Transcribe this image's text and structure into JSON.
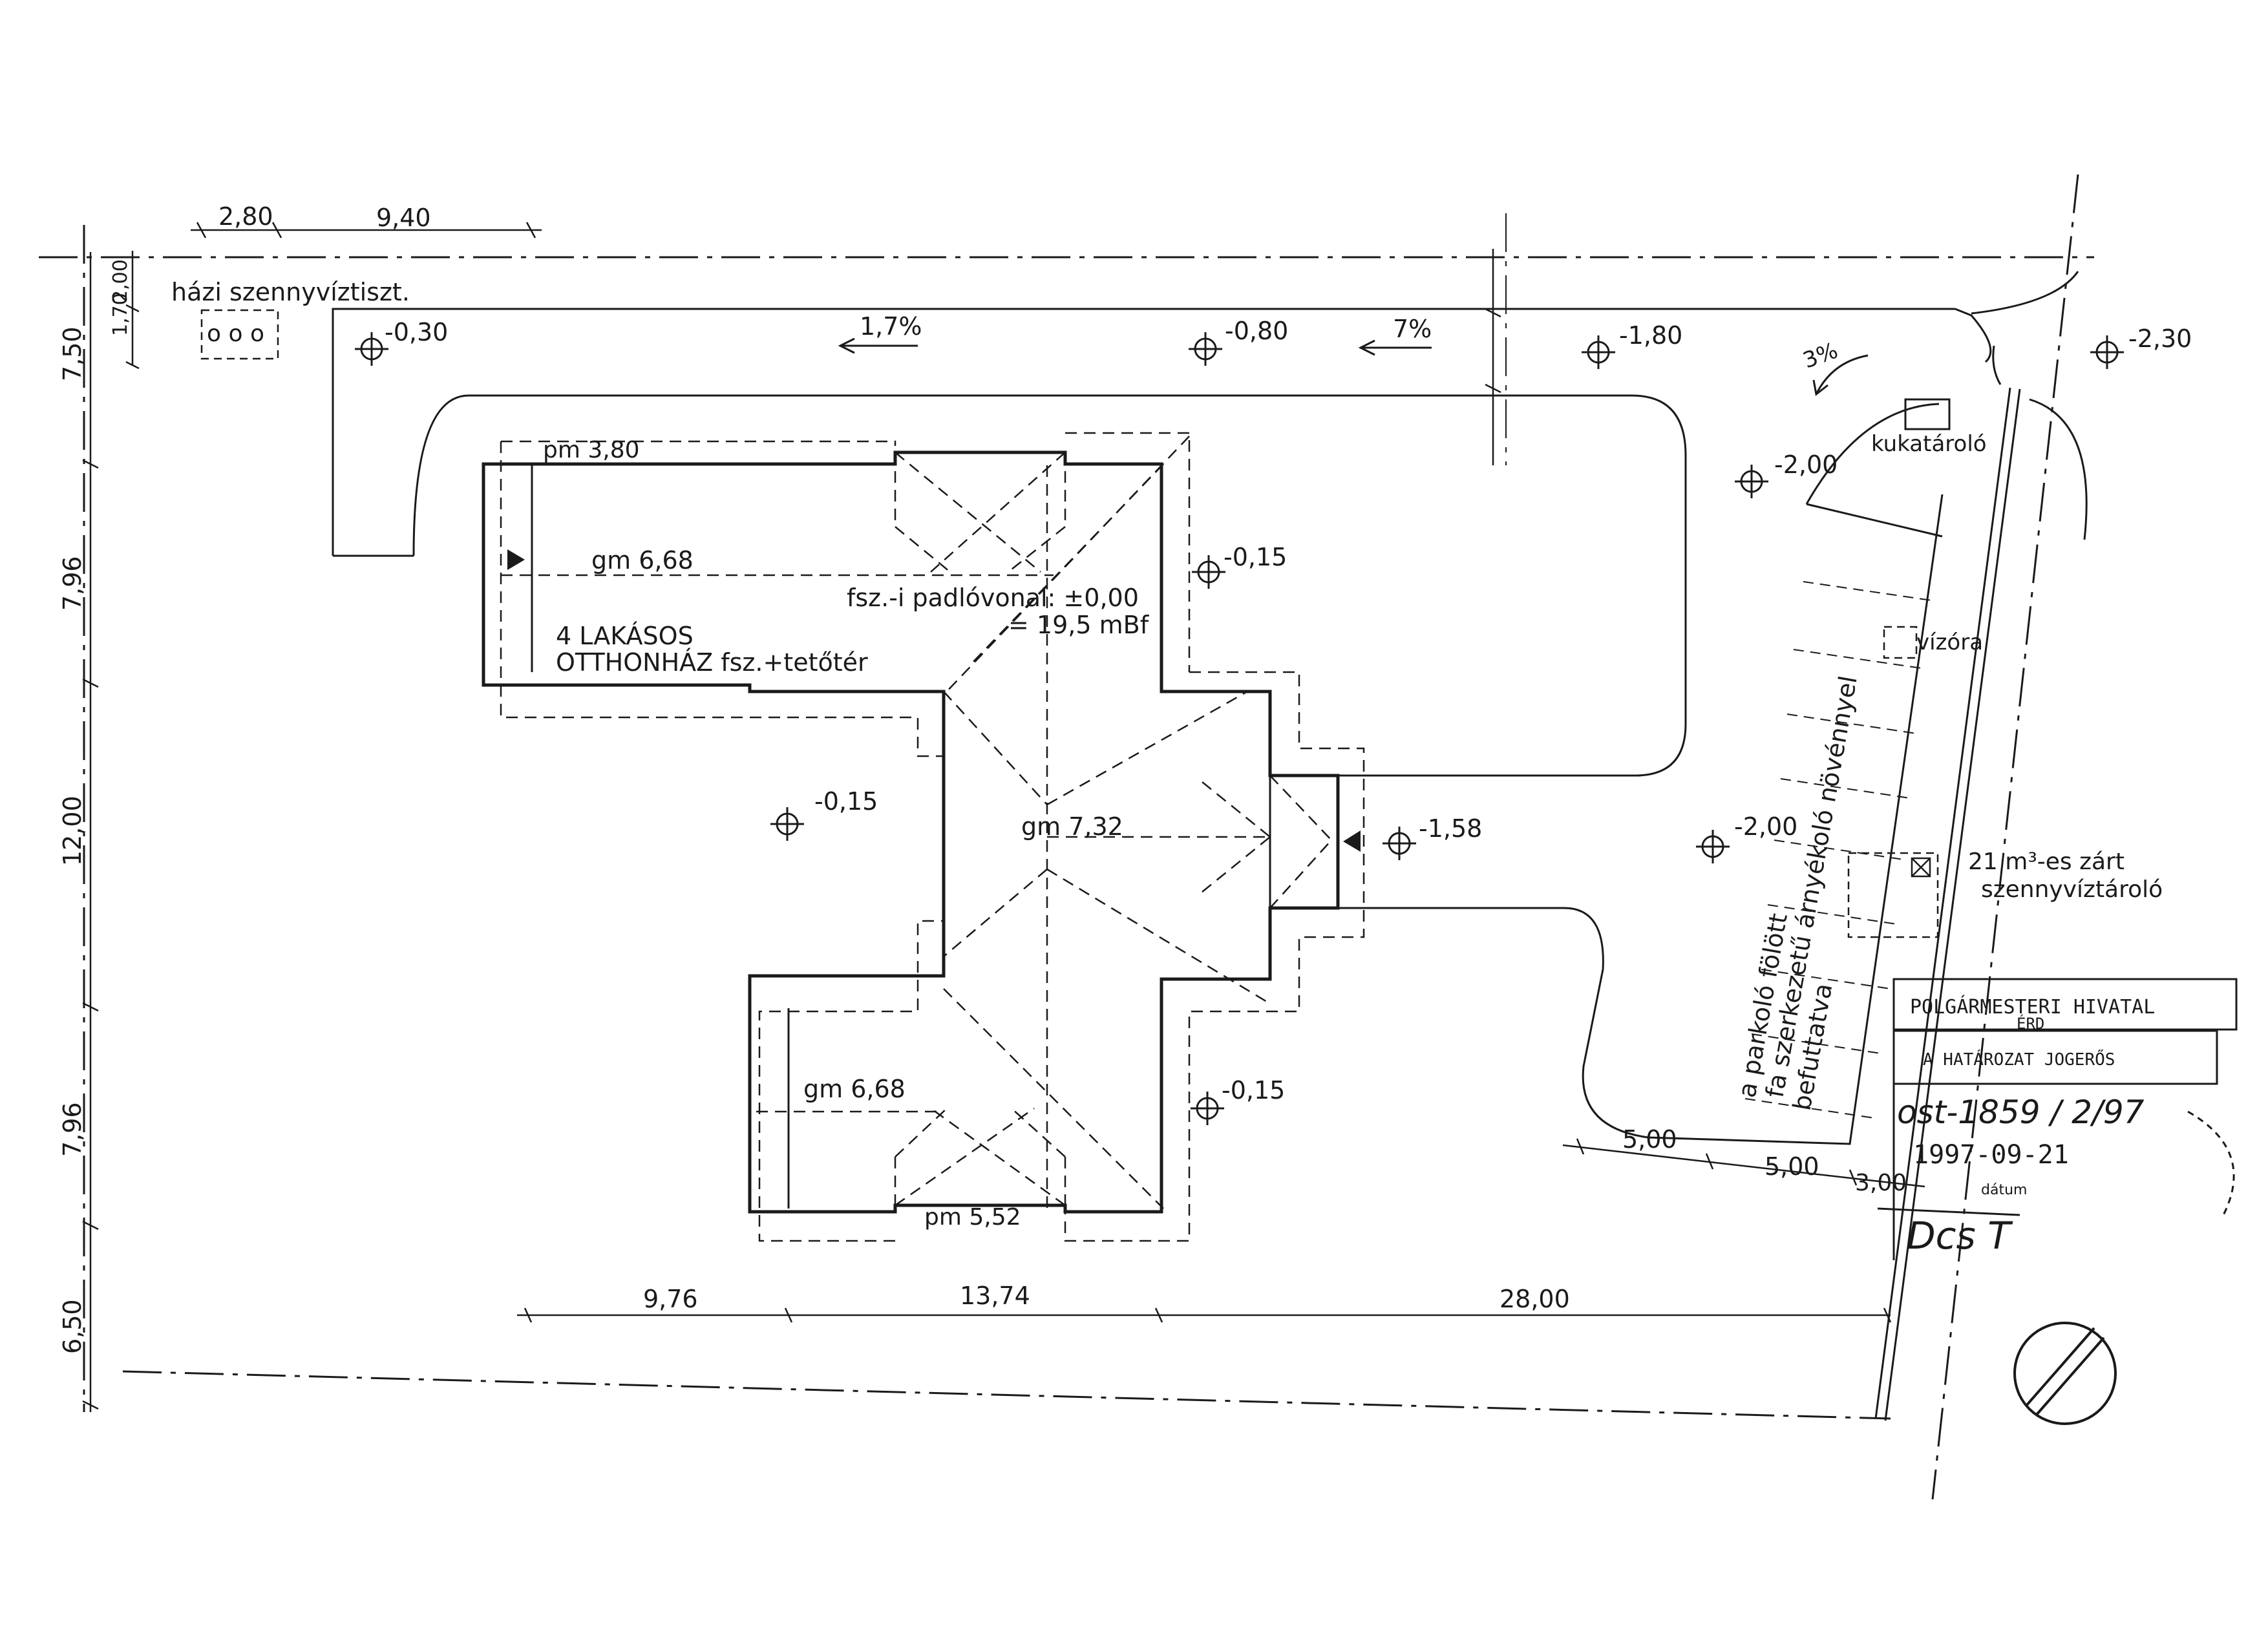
{
  "dims_top": [
    "2,80",
    "9,40"
  ],
  "dims_left": [
    "7,50",
    "7,96",
    "12,00",
    "7,96",
    "6,50"
  ],
  "dims_small": [
    "1,70",
    "2,00"
  ],
  "dims_bottom": [
    "9,76",
    "13,74",
    "28,00"
  ],
  "dims_parking": [
    "5,00",
    "5,00",
    "3,00"
  ],
  "labels": {
    "treatment": "házi szennyvíztiszt.",
    "circles": "o o o",
    "pm_top": "pm 3,80",
    "gm_top": "gm 6,68",
    "floor_line": "fsz.-i padlóvonal: ±0,00",
    "floor_level": "= 19,5 mBf",
    "building_1": "4 LAKÁSOS",
    "building_2": "OTTHONHÁZ fsz.+tetőtér",
    "gm_center": "gm 7,32",
    "gm_bottom": "gm 6,68",
    "pm_bottom": "pm 5,52",
    "trash": "kukatároló",
    "water_meter": "vízóra",
    "tank_1": "21 m³-es zárt",
    "tank_2": "szennyvíztároló",
    "parking_1": "a parkoló fölött",
    "parking_2": "fa szerkezetű árnyékoló növénnyel",
    "parking_3": "befuttatva"
  },
  "slopes": [
    "1,7%",
    "7%",
    "3%"
  ],
  "elevations": [
    "-0,30",
    "-0,80",
    "-1,80",
    "-2,30",
    "-2,00",
    "-0,15",
    "-0,15",
    "-1,58",
    "-2,00",
    "-0,15"
  ],
  "stamp": {
    "office": "POLGÁRMESTERI HIVATAL",
    "city": "ÉRD",
    "valid": "A HATÁROZAT JOGERŐS",
    "number": "ost-1859 / 2/97",
    "date": "1997-09-21",
    "date_caption": "dátum",
    "signature": "Dcs T"
  },
  "colors": {
    "ink": "#1a1a1a",
    "paper": "#ffffff"
  }
}
